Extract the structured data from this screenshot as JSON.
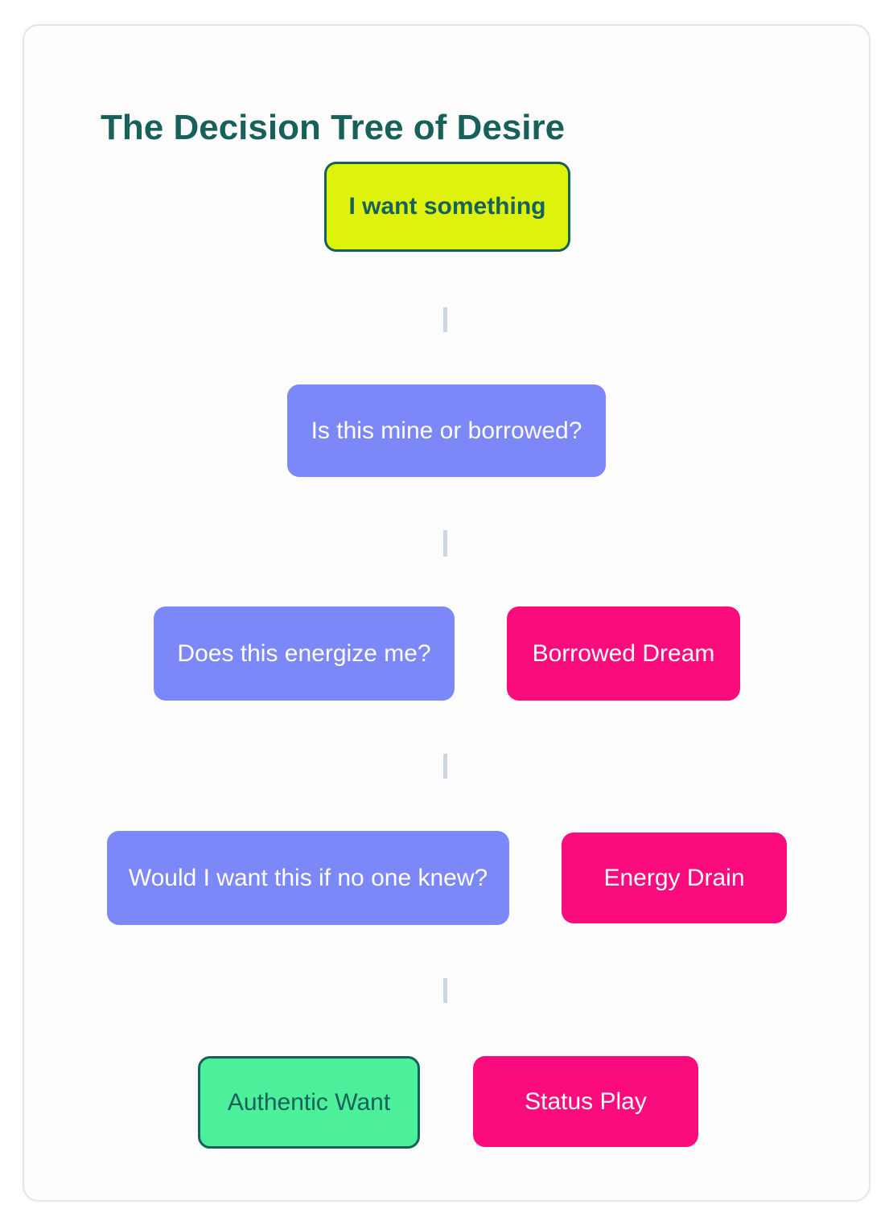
{
  "page": {
    "title": "The Decision Tree of Desire"
  },
  "colors": {
    "teal": "#17615a",
    "yellow": "#def20c",
    "purple": "#7c87f8",
    "pink": "#fb0c7d",
    "green": "#4cf09b",
    "white": "#ffffff",
    "connector": "#ccd6e2",
    "card-border": "#e0e6f0",
    "card-bg": "#fdfdfe",
    "page-bg": "#ffffff"
  },
  "nodes": [
    {
      "id": "start",
      "label": "I want something",
      "type": "start"
    },
    {
      "id": "q-mine-or-borrowed",
      "label": "Is this mine or borrowed?",
      "type": "question"
    },
    {
      "id": "q-energize",
      "label": "Does this energize me?",
      "type": "question"
    },
    {
      "id": "outcome-borrowed-dream",
      "label": "Borrowed Dream",
      "type": "outcome"
    },
    {
      "id": "q-no-one-knew",
      "label": "Would I want this if no one knew?",
      "type": "question"
    },
    {
      "id": "outcome-energy-drain",
      "label": "Energy Drain",
      "type": "outcome"
    },
    {
      "id": "result-authentic-want",
      "label": "Authentic Want",
      "type": "result"
    },
    {
      "id": "outcome-status-play",
      "label": "Status Play",
      "type": "outcome"
    }
  ]
}
